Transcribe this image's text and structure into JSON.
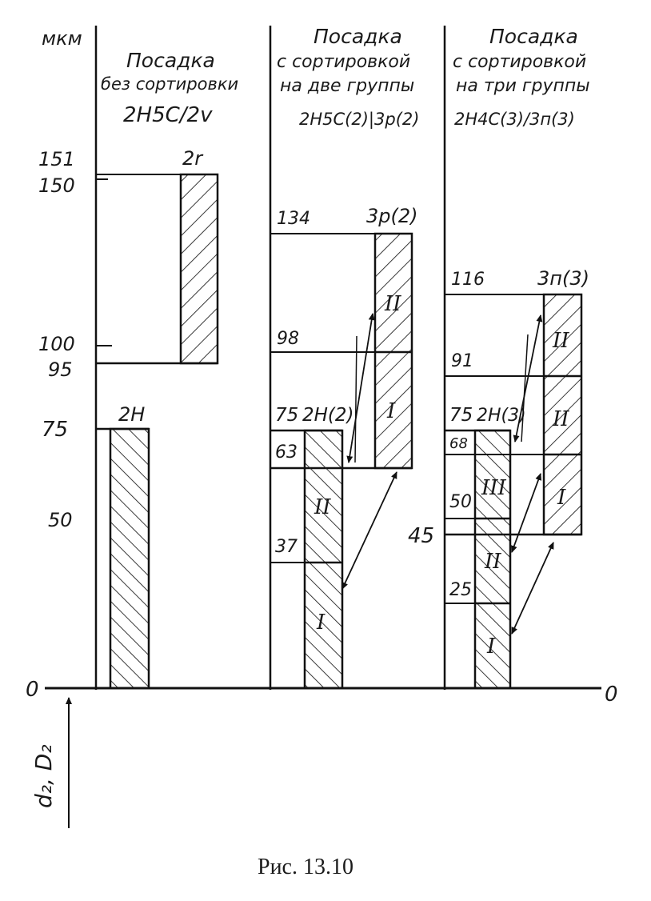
{
  "unit_label": "мкм",
  "axis": {
    "zero_left": "0",
    "zero_right": "0",
    "symbol": "d₂, D₂"
  },
  "y_ticks": [
    "151",
    "150",
    "100",
    "95",
    "75",
    "50",
    "0"
  ],
  "columns": [
    {
      "lines": [
        "Посадка",
        "без сортировки",
        "2Н5С/2v"
      ]
    },
    {
      "lines": [
        "Посадка",
        "с сортировкой",
        "на две группы",
        "2Н5С(2)|3р(2)"
      ]
    },
    {
      "lines": [
        "Посадка",
        "с сортировкой",
        "на три группы",
        "2Н4С(3)/3п(3)"
      ]
    }
  ],
  "caption": "Рис. 13.10",
  "chart_data": {
    "type": "tolerance-field diagram",
    "unit": "мкм",
    "panels": [
      {
        "title": "Посадка без сортировки 2Н5С/2v",
        "fields": [
          {
            "label": "2Н",
            "lower": 0,
            "upper": 75,
            "groups": []
          },
          {
            "label": "2r",
            "lower": 95,
            "upper": 150,
            "groups": []
          }
        ],
        "value_labels": [
          "151",
          "150",
          "100",
          "95",
          "75",
          "50"
        ]
      },
      {
        "title": "Посадка с сортировкой на две группы 2Н5С(2)|3р(2)",
        "fields": [
          {
            "label": "2Н(2)",
            "lower": 0,
            "upper": 75,
            "groups": [
              {
                "name": "I",
                "lower": 0,
                "upper": 37
              },
              {
                "name": "II",
                "lower": 37,
                "upper": 75
              }
            ]
          },
          {
            "label": "3р(2)",
            "lower": 63,
            "upper": 134,
            "groups": [
              {
                "name": "I",
                "lower": 63,
                "upper": 98
              },
              {
                "name": "II",
                "lower": 98,
                "upper": 134
              }
            ]
          }
        ],
        "value_labels": [
          "134",
          "98",
          "75",
          "63",
          "37"
        ]
      },
      {
        "title": "Посадка с сортировкой на три группы 2Н4С(3)/3п(3)",
        "fields": [
          {
            "label": "2Н(3)",
            "lower": 0,
            "upper": 75,
            "groups": [
              {
                "name": "I",
                "lower": 0,
                "upper": 25
              },
              {
                "name": "II",
                "lower": 25,
                "upper": 50
              },
              {
                "name": "III",
                "lower": 50,
                "upper": 75
              }
            ]
          },
          {
            "label": "3п(3)",
            "lower": 45,
            "upper": 116,
            "groups": [
              {
                "name": "I",
                "lower": 45,
                "upper": 68
              },
              {
                "name": "II",
                "lower": 68,
                "upper": 91
              },
              {
                "name": "II",
                "lower": 91,
                "upper": 116
              }
            ]
          }
        ],
        "value_labels": [
          "116",
          "91",
          "75",
          "68",
          "50",
          "45",
          "25"
        ]
      }
    ]
  }
}
